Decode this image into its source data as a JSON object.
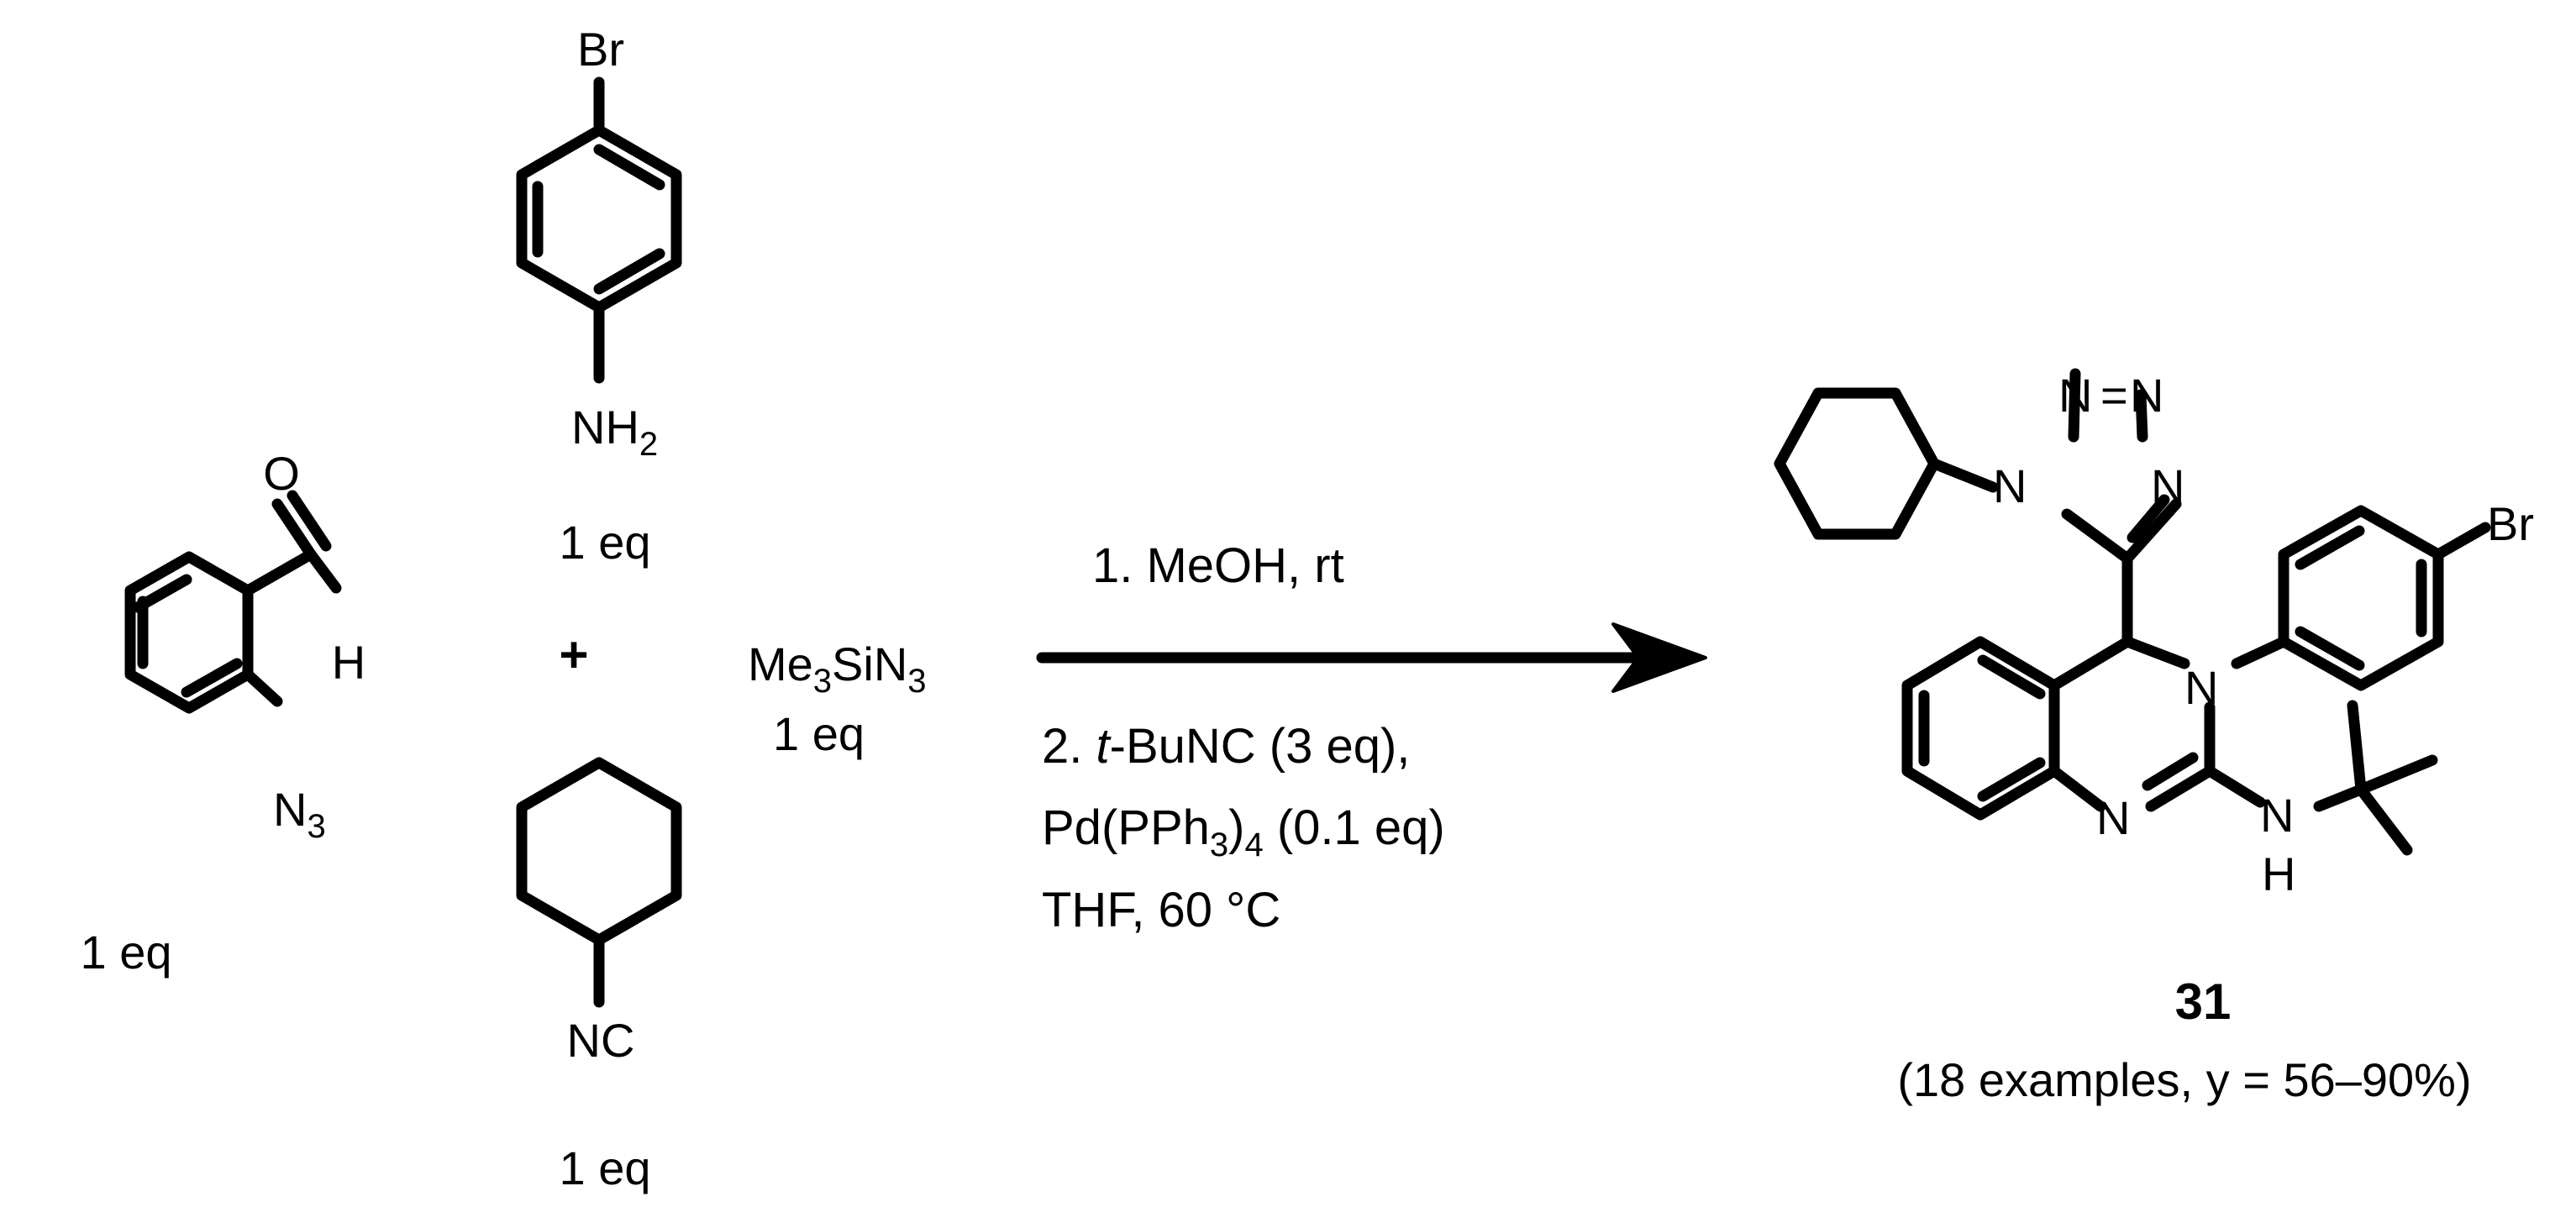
{
  "colors": {
    "ink": "#000000",
    "background": "#ffffff"
  },
  "reagents": {
    "aldehyde": {
      "oxygen": "O",
      "hydrogen": "H",
      "azide_n": "N",
      "azide_sub": "3",
      "equiv": "1 eq"
    },
    "bromoaniline": {
      "bromine": "Br",
      "amine_n": "NH",
      "amine_sub": "2",
      "equiv": "1 eq"
    },
    "plus": "+",
    "isocyanide": {
      "group": "NC",
      "equiv": "1 eq"
    },
    "tmsazide": {
      "me": "Me",
      "sub1": "3",
      "sin": "SiN",
      "sub2": "3",
      "equiv": "1 eq"
    }
  },
  "conditions": {
    "step1": "1. MeOH, rt",
    "step2_prefix": "2. ",
    "step2_italic": "t",
    "step2_rest": "-BuNC (3 eq),",
    "pd_a": "Pd(PPh",
    "pd_sub1": "3",
    "pd_b": ")",
    "pd_sub2": "4",
    "pd_c": " (0.1 eq)",
    "step3": "THF, 60 °C"
  },
  "product": {
    "atoms": {
      "n_top1": "N",
      "eq_bond": "=",
      "n_top2": "N",
      "n1": "N",
      "n_right": "N",
      "br": "Br",
      "n3": "N",
      "n_ring": "N",
      "n_amine": "N",
      "h_amine": "H"
    },
    "compound_number": "31",
    "yield_text": "(18 examples, y = 56–90%)"
  }
}
